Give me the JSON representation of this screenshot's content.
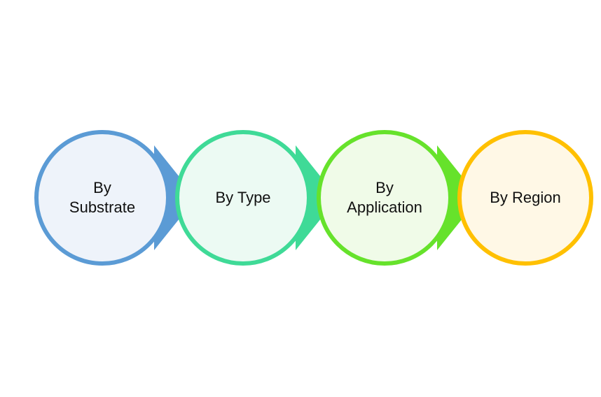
{
  "steps": [
    {
      "label": "By\nSubstrate",
      "stroke": "#5B9BD5",
      "fill": "#EEF3FA",
      "arrow": "#5B9BD5"
    },
    {
      "label": "By Type",
      "stroke": "#3FDA97",
      "fill": "#ECFAF3",
      "arrow": "#3FDA97"
    },
    {
      "label": "By\nApplication",
      "stroke": "#66E22B",
      "fill": "#F0FBE8",
      "arrow": "#66E22B"
    },
    {
      "label": "By Region",
      "stroke": "#FFC000",
      "fill": "#FFF8E6",
      "arrow": null
    }
  ]
}
